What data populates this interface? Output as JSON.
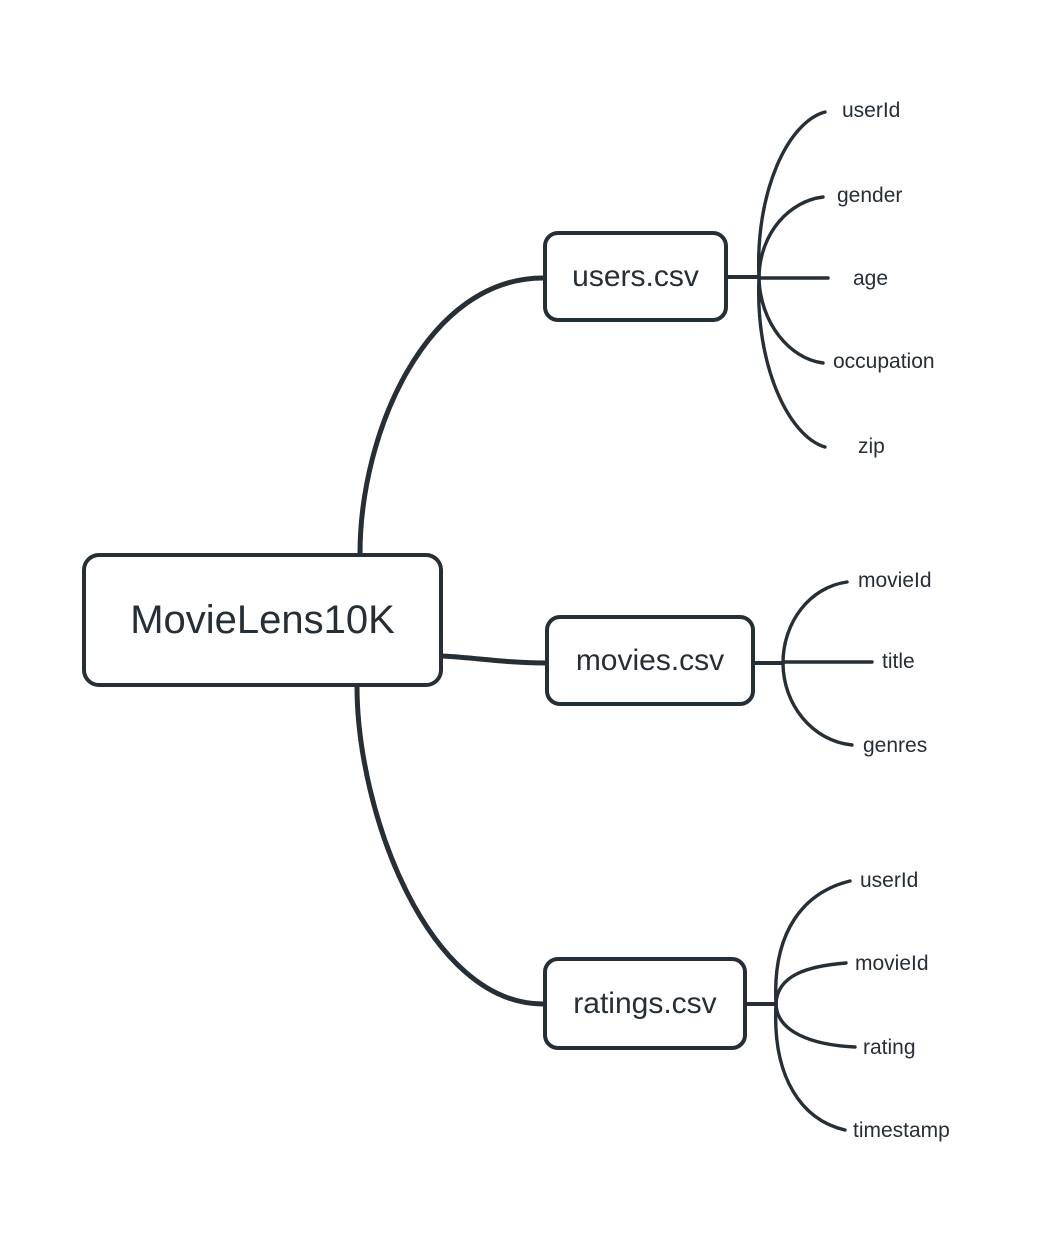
{
  "diagram": {
    "type": "mindmap",
    "root": {
      "label": "MovieLens10K"
    },
    "branches": [
      {
        "label": "users.csv",
        "children": [
          "userId",
          "gender",
          "age",
          "occupation",
          "zip"
        ]
      },
      {
        "label": "movies.csv",
        "children": [
          "movieId",
          "title",
          "genres"
        ]
      },
      {
        "label": "ratings.csv",
        "children": [
          "userId",
          "movieId",
          "rating",
          "timestamp"
        ]
      }
    ],
    "colors": {
      "ink": "#262e36",
      "background": "#ffffff"
    }
  }
}
